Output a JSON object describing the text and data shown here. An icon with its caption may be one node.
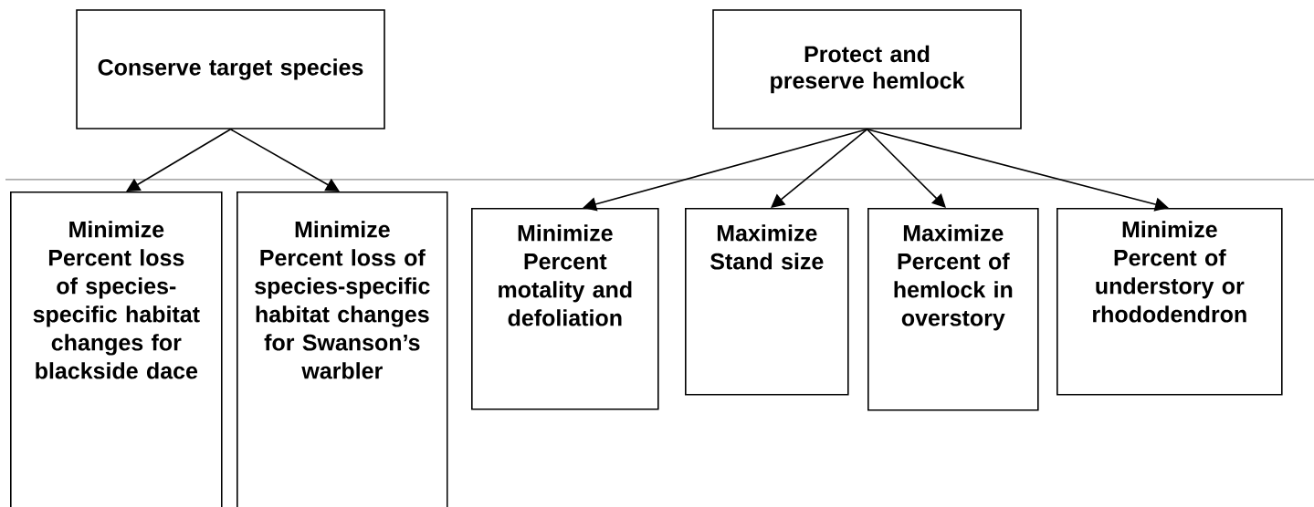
{
  "diagram": {
    "nodes": [
      {
        "text": [
          "Conserve target species"
        ]
      },
      {
        "text": [
          "Protect and preserve hemlock"
        ]
      },
      {
        "text": [
          "Minimize",
          "Percent loss of species-specific habitat changes for blackside dace"
        ]
      },
      {
        "text": [
          "Minimize",
          "Percent loss of species-specific habitat changes for Swanson’s warbler"
        ]
      },
      {
        "text": [
          "Minimize",
          "Percent motality and defoliation"
        ]
      },
      {
        "text": [
          "Maximize",
          "Stand size"
        ]
      },
      {
        "text": [
          "Maximize",
          "Percent of hemlock in overstory"
        ]
      },
      {
        "text": [
          "Minimize",
          "Percent of understory or rhododendron"
        ]
      }
    ],
    "edges": [
      {
        "from": 0,
        "to": 2,
        "arrow": "to"
      },
      {
        "from": 0,
        "to": 3,
        "arrow": "to"
      },
      {
        "from": 1,
        "to": 4,
        "arrow": "to"
      },
      {
        "from": 1,
        "to": 5,
        "arrow": "to"
      },
      {
        "from": 1,
        "to": 6,
        "arrow": "to"
      },
      {
        "from": 1,
        "to": 7,
        "arrow": "to"
      }
    ]
  }
}
